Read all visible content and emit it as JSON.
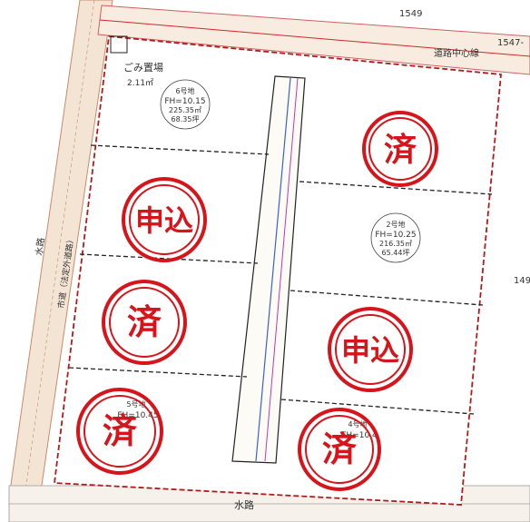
{
  "parcel_refs": {
    "north": "1549",
    "north_east": "1547-",
    "east": "149"
  },
  "labels": {
    "garbage": "ごみ置場",
    "garbage_area": "2.11㎡",
    "road_center": "道路中心線",
    "water_bottom": "水路",
    "water_left": "水路",
    "road_left": "市道（法定外道路）"
  },
  "lots": [
    {
      "title": "6号地",
      "fh": "FH=10.15",
      "area": "225.35㎡",
      "tsubo": "68.35坪"
    },
    {
      "title": "2号地",
      "fh": "FH=10.25",
      "area": "216.35㎡",
      "tsubo": "65.44坪"
    },
    {
      "title": "5号地",
      "fh": "FH=10.45",
      "area": "",
      "tsubo": ""
    },
    {
      "title": "4号地",
      "fh": "FH=10.4",
      "area": "",
      "tsubo": ""
    }
  ],
  "stamps": [
    {
      "text": "済"
    },
    {
      "text": "申込"
    },
    {
      "text": "済"
    },
    {
      "text": "申込"
    },
    {
      "text": "済"
    },
    {
      "text": "済"
    }
  ],
  "colors": {
    "stamp": "#d7141a",
    "lines": "#222222",
    "pipe_blue": "#3b5fd0",
    "pipe_pink": "#c03aa8",
    "road_fill": "#f6e9dc"
  }
}
